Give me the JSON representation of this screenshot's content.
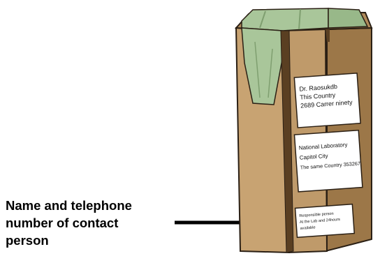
{
  "callout": {
    "lines": [
      "Name and telephone",
      "number of contact",
      "person"
    ]
  },
  "labels": {
    "recipient": [
      "Dr. Raosukdb",
      "This Country",
      "2689 Carrer ninety"
    ],
    "sender": [
      "National Laboratory",
      "Capitol City",
      "The same Country 353267"
    ],
    "contact": [
      "Responsible person",
      "At the Lab and 24hours",
      "available"
    ]
  },
  "colors": {
    "cardboard": "#bf9a6a",
    "cardboard_dark": "#9c7748",
    "tape": "#a9c69a",
    "arrow": "#000000"
  },
  "icons": {
    "pointer": "right-arrow-icon"
  }
}
